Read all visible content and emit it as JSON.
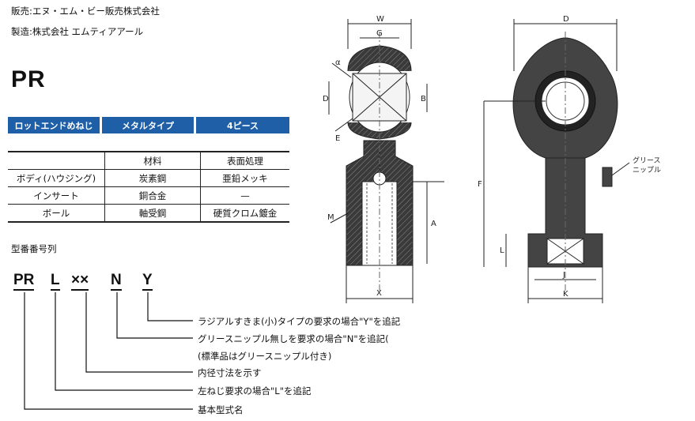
{
  "header": {
    "seller": "販売:エヌ・エム・ビー販売株式会社",
    "maker": "製造:株式会社 エムティアアール"
  },
  "title": "PR",
  "category_bar": [
    "ロットエンドめねじ",
    "メタルタイプ",
    "4ピース"
  ],
  "materials": {
    "headers": [
      "",
      "材料",
      "表面処理"
    ],
    "rows": [
      [
        "ボディ(ハウジング)",
        "炭素鋼",
        "亜鉛メッキ"
      ],
      [
        "インサート",
        "銅合金",
        "—"
      ],
      [
        "ボール",
        "軸受鋼",
        "硬質クロム鍍金"
      ]
    ]
  },
  "model_section": {
    "heading": "型番番号列",
    "codes": [
      "PR",
      "L",
      "××",
      "N",
      "Y"
    ],
    "descriptions": [
      "ラジアルすきま(小)タイプの要求の場合\"Y\"を追記",
      "グリースニップル無しを要求の場合\"N\"を追記(",
      "(標準品はグリースニップル付き)",
      "内径寸法を示す",
      "左ねじ要求の場合\"L\"を追記",
      "基本型式名"
    ]
  },
  "drawing": {
    "dims_left": [
      "W",
      "G",
      "α",
      "D",
      "B",
      "E",
      "A",
      "M",
      "X"
    ],
    "dims_right": [
      "D",
      "F",
      "L",
      "J",
      "K"
    ],
    "grease_label": [
      "グリース",
      "ニップル"
    ]
  }
}
